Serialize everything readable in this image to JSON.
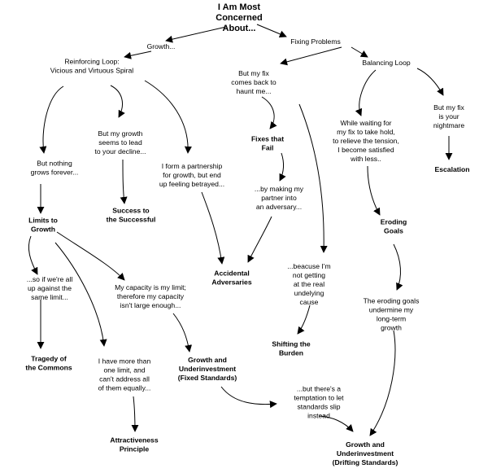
{
  "diagram": {
    "nodes": [
      {
        "id": "root",
        "lines": [
          "I Am Most",
          "Concerned",
          "About..."
        ],
        "bold": true
      },
      {
        "id": "growth",
        "lines": [
          "Growth..."
        ],
        "bold": false
      },
      {
        "id": "fixing",
        "lines": [
          "Fixing Problems"
        ],
        "bold": false
      },
      {
        "id": "reinforcing",
        "lines": [
          "Reinforcing Loop:",
          "Vicious and Virtuous Spiral"
        ],
        "bold": false
      },
      {
        "id": "balancing",
        "lines": [
          "Balancing Loop"
        ],
        "bold": false
      },
      {
        "id": "fixcomes",
        "lines": [
          "But my fix",
          "comes back to",
          "haunt me..."
        ],
        "bold": false
      },
      {
        "id": "nothing",
        "lines": [
          "But nothing",
          "grows forever..."
        ],
        "bold": false
      },
      {
        "id": "decline",
        "lines": [
          "But my growth",
          "seems to lead",
          "to your decline..."
        ],
        "bold": false
      },
      {
        "id": "partner",
        "lines": [
          "I form a partnership",
          "for growth, but end",
          "up feeling betrayed..."
        ],
        "bold": false
      },
      {
        "id": "waiting",
        "lines": [
          "While waiting for",
          "my fix to take hold,",
          "to relieve the tension,",
          "I become satisfied",
          "with less.."
        ],
        "bold": false
      },
      {
        "id": "nightmare",
        "lines": [
          "But my fix",
          "is your",
          "nightmare"
        ],
        "bold": false
      },
      {
        "id": "fixesfail",
        "lines": [
          "Fixes that",
          "Fail"
        ],
        "bold": true
      },
      {
        "id": "escalation",
        "lines": [
          "Escalation"
        ],
        "bold": true
      },
      {
        "id": "making",
        "lines": [
          "...by making my",
          "partner into",
          "an adversary..."
        ],
        "bold": false
      },
      {
        "id": "success",
        "lines": [
          "Success to",
          "the Successful"
        ],
        "bold": true
      },
      {
        "id": "limits",
        "lines": [
          "Limits to",
          "Growth"
        ],
        "bold": true
      },
      {
        "id": "eroding",
        "lines": [
          "Eroding",
          "Goals"
        ],
        "bold": true
      },
      {
        "id": "adversaries",
        "lines": [
          "Accidental",
          "Adversaries"
        ],
        "bold": true
      },
      {
        "id": "notgetting",
        "lines": [
          "...beacuse I'm",
          "not getting",
          "at the real",
          "undelying",
          "cause"
        ],
        "bold": false
      },
      {
        "id": "soif",
        "lines": [
          "...so if we're all",
          "up against the",
          "same limit..."
        ],
        "bold": false
      },
      {
        "id": "capacity",
        "lines": [
          "My capacity is my limit;",
          "therefore my capacity",
          "isn't large enough..."
        ],
        "bold": false
      },
      {
        "id": "erodinggoals",
        "lines": [
          "The eroding goals",
          "undermine my",
          "long-term",
          "growth"
        ],
        "bold": false
      },
      {
        "id": "shifting",
        "lines": [
          "Shifting the",
          "Burden"
        ],
        "bold": true
      },
      {
        "id": "tragedy",
        "lines": [
          "Tragedy of",
          "the Commons"
        ],
        "bold": true
      },
      {
        "id": "morelimit",
        "lines": [
          "I have more than",
          "one limit, and",
          "can't address all",
          "of them equally..."
        ],
        "bold": false
      },
      {
        "id": "guifixed",
        "lines": [
          "Growth and",
          "Underinvestment",
          "(Fixed Standards)"
        ],
        "bold": true
      },
      {
        "id": "temptation",
        "lines": [
          "...but there's a",
          "temptation to let",
          "standards slip",
          "instead"
        ],
        "bold": false
      },
      {
        "id": "attractiveness",
        "lines": [
          "Attractiveness",
          "Principle"
        ],
        "bold": true
      },
      {
        "id": "guidrifting",
        "lines": [
          "Growth and",
          "Underinvestment",
          "(Drifting Standards)"
        ],
        "bold": true
      }
    ],
    "edges": [
      [
        "root",
        "growth"
      ],
      [
        "root",
        "fixing"
      ],
      [
        "growth",
        "reinforcing"
      ],
      [
        "fixing",
        "balancing"
      ],
      [
        "fixing",
        "fixcomes"
      ],
      [
        "reinforcing",
        "nothing"
      ],
      [
        "reinforcing",
        "decline"
      ],
      [
        "reinforcing",
        "partner"
      ],
      [
        "balancing",
        "waiting"
      ],
      [
        "balancing",
        "nightmare"
      ],
      [
        "fixcomes",
        "fixesfail"
      ],
      [
        "fixcomes",
        "notgetting"
      ],
      [
        "nightmare",
        "escalation"
      ],
      [
        "fixesfail",
        "making"
      ],
      [
        "decline",
        "success"
      ],
      [
        "nothing",
        "limits"
      ],
      [
        "waiting",
        "eroding"
      ],
      [
        "partner",
        "adversaries"
      ],
      [
        "making",
        "adversaries"
      ],
      [
        "limits",
        "soif"
      ],
      [
        "limits",
        "capacity"
      ],
      [
        "limits",
        "morelimit"
      ],
      [
        "eroding",
        "erodinggoals"
      ],
      [
        "notgetting",
        "shifting"
      ],
      [
        "soif",
        "tragedy"
      ],
      [
        "capacity",
        "guifixed"
      ],
      [
        "guifixed",
        "temptation"
      ],
      [
        "morelimit",
        "attractiveness"
      ],
      [
        "temptation",
        "guidrifting"
      ],
      [
        "erodinggoals",
        "guidrifting"
      ]
    ]
  }
}
